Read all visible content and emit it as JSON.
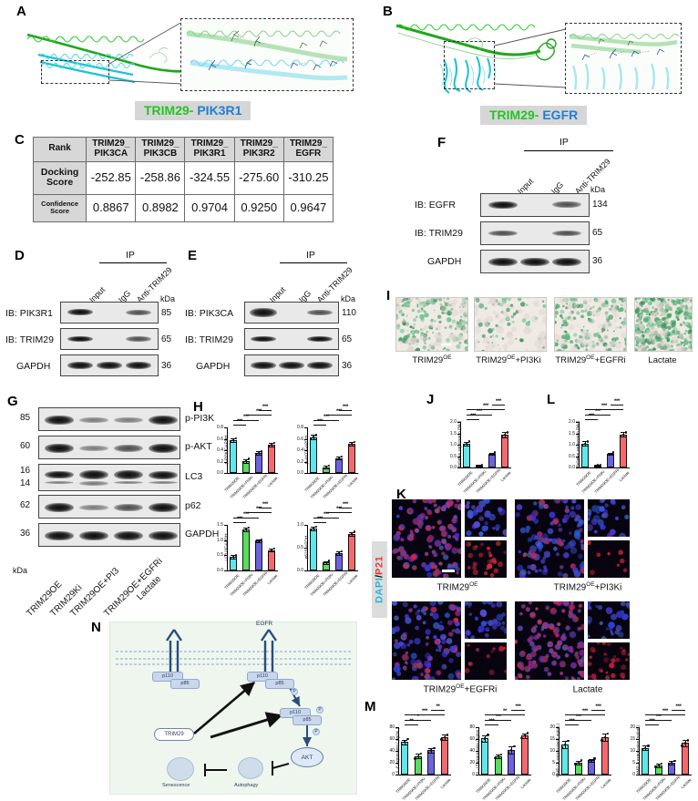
{
  "figure": {
    "panels": [
      "A",
      "B",
      "C",
      "D",
      "E",
      "F",
      "G",
      "H",
      "I",
      "J",
      "K",
      "L",
      "M",
      "N"
    ]
  },
  "panelA": {
    "letter": "A",
    "caption_left": "TRIM29-",
    "caption_right": " PIK3R1"
  },
  "panelB": {
    "letter": "B",
    "caption_left": "TRIM29-",
    "caption_right": " EGFR"
  },
  "panelC": {
    "letter": "C",
    "headers": [
      "Rank",
      "TRIM29_\nPIK3CA",
      "TRIM29_\nPIK3CB",
      "TRIM29_\nPIK3R1",
      "TRIM29_\nPIK3R2",
      "TRIM29_\nEGFR"
    ],
    "header_cells": [
      {
        "l1": "Rank",
        "l2": ""
      },
      {
        "l1": "TRIM29_",
        "l2": "PIK3CA"
      },
      {
        "l1": "TRIM29_",
        "l2": "PIK3CB"
      },
      {
        "l1": "TRIM29_",
        "l2": "PIK3R1"
      },
      {
        "l1": "TRIM29_",
        "l2": "PIK3R2"
      },
      {
        "l1": "TRIM29_",
        "l2": "EGFR"
      }
    ],
    "rows": [
      {
        "label_l1": "Docking",
        "label_l2": "Score",
        "values": [
          "-252.85",
          "-258.86",
          "-324.55",
          "-275.60",
          "-310.25"
        ]
      },
      {
        "label_l1": "Confidence",
        "label_l2": "Score",
        "values": [
          "0.8867",
          "0.8982",
          "0.9704",
          "0.9250",
          "0.9647"
        ]
      }
    ]
  },
  "panelD": {
    "letter": "D",
    "ip_label": "IP",
    "kda_label": "kDa",
    "lanes": [
      "Input",
      "IgG",
      "Anti-TRIM29"
    ],
    "rows": [
      {
        "name": "IB: PIK3R1",
        "mw": "85"
      },
      {
        "name": "IB: TRIM29",
        "mw": "65"
      },
      {
        "name": "GAPDH",
        "mw": "36"
      }
    ]
  },
  "panelE": {
    "letter": "E",
    "ip_label": "IP",
    "kda_label": "kDa",
    "lanes": [
      "Input",
      "IgG",
      "Anti-TRIM29"
    ],
    "rows": [
      {
        "name": "IB: PIK3CA",
        "mw": "110"
      },
      {
        "name": "IB: TRIM29",
        "mw": "65"
      },
      {
        "name": "GAPDH",
        "mw": "36"
      }
    ]
  },
  "panelF": {
    "letter": "F",
    "ip_label": "IP",
    "kda_label": "kDa",
    "lanes": [
      "Input",
      "IgG",
      "Anti-TRIM29"
    ],
    "rows": [
      {
        "name": "IB: EGFR",
        "mw": "134"
      },
      {
        "name": "IB: TRIM29",
        "mw": "65"
      },
      {
        "name": "GAPDH",
        "mw": "36"
      }
    ]
  },
  "panelG": {
    "letter": "G",
    "kda_label": "kDa",
    "rows": [
      {
        "name": "p-PI3K",
        "mw": "85"
      },
      {
        "name": "p-AKT",
        "mw": "60"
      },
      {
        "name": "LC3",
        "mw": "16",
        "mw2": "14"
      },
      {
        "name": "p62",
        "mw": "62"
      },
      {
        "name": "GAPDH",
        "mw": "36"
      }
    ],
    "lanes": [
      "TRIM29OE",
      "TRIM29Ki",
      "TRIM29OE+PI3",
      "TRIM29OE+EGFRi",
      "Lactate"
    ]
  },
  "panelI": {
    "letter": "I",
    "captions": [
      {
        "main": "TRIM29",
        "sup": "OE",
        "tail": ""
      },
      {
        "main": "TRIM29",
        "sup": "OE",
        "tail": "+PI3Ki"
      },
      {
        "main": "TRIM29",
        "sup": "OE",
        "tail": "+EGFRi"
      },
      {
        "main": "Lactate",
        "sup": "",
        "tail": ""
      }
    ]
  },
  "panelK": {
    "letter": "K",
    "channel_label_1": "DAPI",
    "channel_label_sep": "/",
    "channel_label_2": "P21",
    "captions": [
      {
        "main": "TRIM29",
        "sup": "OE",
        "tail": ""
      },
      {
        "main": "TRIM29",
        "sup": "OE",
        "tail": "+PI3Ki"
      },
      {
        "main": "TRIM29",
        "sup": "OE",
        "tail": "+EGFRi"
      },
      {
        "main": "Lactate",
        "sup": "",
        "tail": ""
      }
    ]
  },
  "panelN": {
    "letter": "N",
    "nodes": {
      "egfr": "EGFR",
      "p110_left": "p110",
      "p85_left": "p85",
      "p110_right": "p110",
      "p85_right": "p85",
      "p110_cyto": "p110",
      "p85_cyto": "p85",
      "trim29": "TRIM29",
      "akt": "AKT",
      "senescence": "Senescence",
      "autophagy": "Autophagy",
      "phospho": "P"
    }
  },
  "colors": {
    "group1": "#5fe8ec",
    "group2": "#55e05a",
    "group3": "#6b62e0",
    "group4": "#f4696e",
    "dapi": "#29b6d8",
    "p21": "#e23b3b",
    "protein_green": "#25c423",
    "protein_blue": "#1f7fd4"
  },
  "groups": [
    "TRIM29OE",
    "TRIM29OE+PI3Ki",
    "TRIM29OE+EGFRi",
    "Lactate"
  ],
  "chart_data": [
    {
      "id": "H1",
      "panel": "H",
      "type": "bar",
      "title": "",
      "xlabel": "",
      "ylabel": "p-PI3K/GAPDH",
      "categories": [
        "TRIM29OE",
        "TRIM29OE+PI3Ki",
        "TRIM29OE+EGFRi",
        "Lactate"
      ],
      "values": [
        0.58,
        0.21,
        0.35,
        0.5
      ],
      "errors": [
        0.035,
        0.035,
        0.03,
        0.03
      ],
      "points": [
        [
          0.555,
          0.58,
          0.605
        ],
        [
          0.175,
          0.205,
          0.245
        ],
        [
          0.325,
          0.35,
          0.375
        ],
        [
          0.475,
          0.5,
          0.525
        ]
      ],
      "ylim": [
        0.0,
        0.8
      ],
      "yticks": [
        0.0,
        0.2,
        0.4,
        0.6,
        0.8
      ],
      "ytick_labels": [
        "0.0",
        "0.2",
        "0.4",
        "0.6",
        "0.8"
      ],
      "grid": false,
      "legend": "none",
      "significance": [
        {
          "from": 0,
          "to": 1,
          "label": "***"
        },
        {
          "from": 0,
          "to": 2,
          "label": "***"
        },
        {
          "from": 1,
          "to": 3,
          "label": "***"
        },
        {
          "from": 2,
          "to": 3,
          "label": "***"
        }
      ]
    },
    {
      "id": "H2",
      "panel": "H",
      "type": "bar",
      "title": "",
      "xlabel": "",
      "ylabel": "p-AKT/GAPDH",
      "categories": [
        "TRIM29OE",
        "TRIM29OE+PI3Ki",
        "TRIM29OE+EGFRi",
        "Lactate"
      ],
      "values": [
        0.63,
        0.1,
        0.26,
        0.51
      ],
      "errors": [
        0.04,
        0.025,
        0.025,
        0.035
      ],
      "points": [
        [
          0.6,
          0.63,
          0.665
        ],
        [
          0.08,
          0.1,
          0.125
        ],
        [
          0.24,
          0.26,
          0.285
        ],
        [
          0.48,
          0.51,
          0.545
        ]
      ],
      "ylim": [
        0.0,
        0.8
      ],
      "yticks": [
        0.0,
        0.2,
        0.4,
        0.6,
        0.8
      ],
      "ytick_labels": [
        "0.0",
        "0.2",
        "0.4",
        "0.6",
        "0.8"
      ],
      "grid": false,
      "legend": "none",
      "significance": [
        {
          "from": 0,
          "to": 1,
          "label": "***"
        },
        {
          "from": 0,
          "to": 2,
          "label": "***"
        },
        {
          "from": 1,
          "to": 3,
          "label": "***"
        },
        {
          "from": 2,
          "to": 3,
          "label": "***"
        }
      ]
    },
    {
      "id": "H3",
      "panel": "H",
      "type": "bar",
      "title": "",
      "xlabel": "",
      "ylabel": "LC3 II/GAPDH",
      "categories": [
        "TRIM29OE",
        "TRIM29OE+PI3Ki",
        "TRIM29OE+EGFRi",
        "Lactate"
      ],
      "values": [
        0.45,
        1.35,
        0.98,
        0.67
      ],
      "errors": [
        0.05,
        0.06,
        0.05,
        0.05
      ],
      "points": [
        [
          0.415,
          0.45,
          0.49
        ],
        [
          1.3,
          1.35,
          1.405
        ],
        [
          0.935,
          0.98,
          1.025
        ],
        [
          0.63,
          0.67,
          0.715
        ]
      ],
      "ylim": [
        0.0,
        1.5
      ],
      "yticks": [
        0.0,
        0.5,
        1.0,
        1.5
      ],
      "ytick_labels": [
        "0.0",
        "0.5",
        "1.0",
        "1.5"
      ],
      "grid": false,
      "legend": "none",
      "significance": [
        {
          "from": 0,
          "to": 1,
          "label": "***"
        },
        {
          "from": 0,
          "to": 2,
          "label": "***"
        },
        {
          "from": 1,
          "to": 3,
          "label": "***"
        },
        {
          "from": 2,
          "to": 3,
          "label": "***"
        }
      ]
    },
    {
      "id": "H4",
      "panel": "H",
      "type": "bar",
      "title": "",
      "xlabel": "",
      "ylabel": "p62/GAPDH",
      "categories": [
        "TRIM29OE",
        "TRIM29OE+PI3Ki",
        "TRIM29OE+EGFRi",
        "Lactate"
      ],
      "values": [
        0.92,
        0.18,
        0.38,
        0.81
      ],
      "errors": [
        0.04,
        0.03,
        0.035,
        0.04
      ],
      "points": [
        [
          0.89,
          0.92,
          0.955
        ],
        [
          0.155,
          0.18,
          0.21
        ],
        [
          0.345,
          0.38,
          0.415
        ],
        [
          0.775,
          0.81,
          0.85
        ]
      ],
      "ylim": [
        0.0,
        1.0
      ],
      "yticks": [
        0.0,
        0.5,
        1.0
      ],
      "ytick_labels": [
        "0.0",
        "0.5",
        "1.0"
      ],
      "grid": false,
      "legend": "none",
      "significance": [
        {
          "from": 0,
          "to": 1,
          "label": "***"
        },
        {
          "from": 0,
          "to": 2,
          "label": "***"
        },
        {
          "from": 1,
          "to": 3,
          "label": "***"
        },
        {
          "from": 2,
          "to": 3,
          "label": "***"
        }
      ]
    },
    {
      "id": "J",
      "panel": "J",
      "type": "bar",
      "title": "",
      "xlabel": "",
      "ylabel": "Relative expression (fold)",
      "categories": [
        "TRIM29OE",
        "TRIM29OE+PI3Ki",
        "TRIM29OE+EGFRi",
        "Lactate"
      ],
      "values": [
        1.05,
        0.09,
        0.61,
        1.44
      ],
      "errors": [
        0.09,
        0.03,
        0.05,
        0.11
      ],
      "points": [
        [
          0.97,
          1.05,
          1.14
        ],
        [
          0.065,
          0.09,
          0.12
        ],
        [
          0.57,
          0.61,
          0.655
        ],
        [
          1.36,
          1.44,
          1.54
        ]
      ],
      "ylim": [
        0.0,
        2.0
      ],
      "yticks": [
        0.0,
        0.5,
        1.0,
        1.5,
        2.0
      ],
      "ytick_labels": [
        "0.0",
        "0.5",
        "1.0",
        "1.5",
        "2.0"
      ],
      "grid": false,
      "legend": "none",
      "significance": [
        {
          "from": 0,
          "to": 1,
          "label": "***"
        },
        {
          "from": 0,
          "to": 2,
          "label": "***"
        },
        {
          "from": 0,
          "to": 3,
          "label": "***"
        },
        {
          "from": 2,
          "to": 3,
          "label": "***"
        }
      ]
    },
    {
      "id": "L",
      "panel": "L",
      "type": "bar",
      "title": "",
      "xlabel": "",
      "ylabel": "Relative expression (fold)",
      "categories": [
        "TRIM29OE",
        "TRIM29OE+PI3Ki",
        "TRIM29OE+EGFRi",
        "Lactate"
      ],
      "values": [
        1.05,
        0.1,
        0.61,
        1.45
      ],
      "errors": [
        0.1,
        0.03,
        0.05,
        0.1
      ],
      "points": [
        [
          0.965,
          1.05,
          1.145
        ],
        [
          0.075,
          0.1,
          0.13
        ],
        [
          0.57,
          0.61,
          0.655
        ],
        [
          1.37,
          1.45,
          1.54
        ]
      ],
      "ylim": [
        0.0,
        2.0
      ],
      "yticks": [
        0.0,
        0.5,
        1.0,
        1.5,
        2.0
      ],
      "ytick_labels": [
        "0.0",
        "0.5",
        "1.0",
        "1.5",
        "2.0"
      ],
      "grid": false,
      "legend": "none",
      "significance": [
        {
          "from": 0,
          "to": 1,
          "label": "***"
        },
        {
          "from": 0,
          "to": 2,
          "label": "***"
        },
        {
          "from": 0,
          "to": 3,
          "label": "***"
        },
        {
          "from": 2,
          "to": 3,
          "label": "***"
        }
      ]
    },
    {
      "id": "M1",
      "panel": "M",
      "type": "bar",
      "title": "",
      "xlabel": "",
      "ylabel": "IL-6 expression ( pg/mL)",
      "categories": [
        "TRIM29OE",
        "TRIM29OE+PI3Ki",
        "TRIM29OE+EGFRi",
        "Lactate"
      ],
      "values": [
        55,
        31,
        41,
        63
      ],
      "errors": [
        4,
        4,
        4,
        4
      ],
      "points": [
        [
          51,
          55,
          60
        ],
        [
          27,
          31,
          35
        ],
        [
          37,
          41,
          45
        ],
        [
          59,
          63,
          67
        ]
      ],
      "ylim": [
        0,
        80
      ],
      "yticks": [
        0,
        20,
        40,
        60,
        80
      ],
      "ytick_labels": [
        "0",
        "20",
        "40",
        "60",
        "80"
      ],
      "grid": false,
      "legend": "none",
      "significance": [
        {
          "from": 0,
          "to": 1,
          "label": "**"
        },
        {
          "from": 0,
          "to": 2,
          "label": "*"
        },
        {
          "from": 0,
          "to": 3,
          "label": "***"
        },
        {
          "from": 2,
          "to": 3,
          "label": "**"
        }
      ]
    },
    {
      "id": "M2",
      "panel": "M",
      "type": "bar",
      "title": "",
      "xlabel": "",
      "ylabel": "IL-1β expression (pg/mL)",
      "categories": [
        "TRIM29OE",
        "TRIM29OE+PI3Ki",
        "TRIM29OE+EGFRi",
        "Lactate"
      ],
      "values": [
        61,
        31,
        42,
        66
      ],
      "errors": [
        5,
        3,
        6,
        4
      ],
      "points": [
        [
          55,
          61,
          67
        ],
        [
          28,
          31,
          34
        ],
        [
          36,
          42,
          48
        ],
        [
          62,
          66,
          70
        ]
      ],
      "ylim": [
        0,
        80
      ],
      "yticks": [
        0,
        20,
        40,
        60,
        80
      ],
      "ytick_labels": [
        "0",
        "20",
        "40",
        "60",
        "80"
      ],
      "grid": false,
      "legend": "none",
      "significance": [
        {
          "from": 0,
          "to": 1,
          "label": "***"
        },
        {
          "from": 0,
          "to": 2,
          "label": "***"
        },
        {
          "from": 0,
          "to": 3,
          "label": "**"
        },
        {
          "from": 2,
          "to": 3,
          "label": "***"
        }
      ]
    },
    {
      "id": "M3",
      "panel": "M",
      "type": "bar",
      "title": "",
      "xlabel": "",
      "ylabel": "MMP-13 expression ( ng/mL)",
      "categories": [
        "TRIM29OE",
        "TRIM29OE+PI3Ki",
        "TRIM29OE+EGFRi",
        "Lactate"
      ],
      "values": [
        12.8,
        5.1,
        6.0,
        15.8
      ],
      "errors": [
        1.5,
        0.8,
        0.7,
        1.5
      ],
      "points": [
        [
          11.4,
          12.8,
          14.2
        ],
        [
          4.4,
          5.1,
          5.9
        ],
        [
          5.4,
          6.0,
          6.7
        ],
        [
          14.4,
          15.8,
          17.2
        ]
      ],
      "ylim": [
        0,
        20
      ],
      "yticks": [
        0,
        5,
        10,
        15,
        20
      ],
      "ytick_labels": [
        "0",
        "5",
        "10",
        "15",
        "20"
      ],
      "grid": false,
      "legend": "none",
      "significance": [
        {
          "from": 0,
          "to": 1,
          "label": "***"
        },
        {
          "from": 0,
          "to": 2,
          "label": "***"
        },
        {
          "from": 0,
          "to": 3,
          "label": "***"
        },
        {
          "from": 2,
          "to": 3,
          "label": "***"
        }
      ]
    },
    {
      "id": "M4",
      "panel": "M",
      "type": "bar",
      "title": "",
      "xlabel": "",
      "ylabel": "MMP-3 expression (ng/mL)",
      "categories": [
        "TRIM29OE",
        "TRIM29OE+PI3Ki",
        "TRIM29OE+EGFRi",
        "Lactate"
      ],
      "values": [
        11.2,
        3.9,
        5.1,
        13.3
      ],
      "errors": [
        1.0,
        0.7,
        0.7,
        1.3
      ],
      "points": [
        [
          10.3,
          11.2,
          12.1
        ],
        [
          3.3,
          3.9,
          4.6
        ],
        [
          4.5,
          5.1,
          5.8
        ],
        [
          12.1,
          13.3,
          14.4
        ]
      ],
      "ylim": [
        0,
        20
      ],
      "yticks": [
        0,
        5,
        10,
        15,
        20
      ],
      "ytick_labels": [
        "0",
        "5",
        "10",
        "15",
        "20"
      ],
      "grid": false,
      "legend": "none",
      "significance": [
        {
          "from": 0,
          "to": 1,
          "label": "***"
        },
        {
          "from": 0,
          "to": 2,
          "label": "***"
        },
        {
          "from": 0,
          "to": 3,
          "label": "***"
        },
        {
          "from": 2,
          "to": 3,
          "label": "***"
        }
      ]
    }
  ]
}
